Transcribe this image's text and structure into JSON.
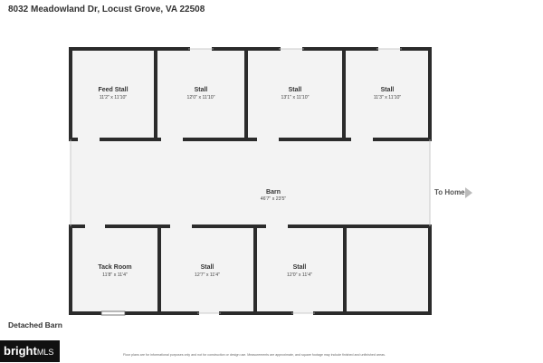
{
  "header": {
    "address": "8032 Meadowland Dr, Locust Grove, VA 22508"
  },
  "rooms": [
    {
      "name": "Feed Stall",
      "dims": "11'2\" x 11'10\""
    },
    {
      "name": "Stall",
      "dims": "12'0\" x 11'10\""
    },
    {
      "name": "Stall",
      "dims": "13'1\" x 11'10\""
    },
    {
      "name": "Stall",
      "dims": "11'3\" x 11'10\""
    },
    {
      "name": "Barn",
      "dims": "46'7\" x 23'5\""
    },
    {
      "name": "Tack Room",
      "dims": "11'8\" x 11'4\""
    },
    {
      "name": "Stall",
      "dims": "12'7\" x 11'4\""
    },
    {
      "name": "Stall",
      "dims": "12'0\" x 11'4\""
    }
  ],
  "direction_label": "To Home",
  "caption": "Detached Barn",
  "brand": {
    "bright": "bright",
    "mls": "MLS"
  },
  "disclaimer": "Floor plans are for informational purposes only and not for construction or design use. Measurements are approximate, and square footage may include finished and unfinished areas.",
  "colors": {
    "wall": "#2b2b2b",
    "room_fill": "#f3f3f3",
    "brand_bg": "#111111"
  }
}
